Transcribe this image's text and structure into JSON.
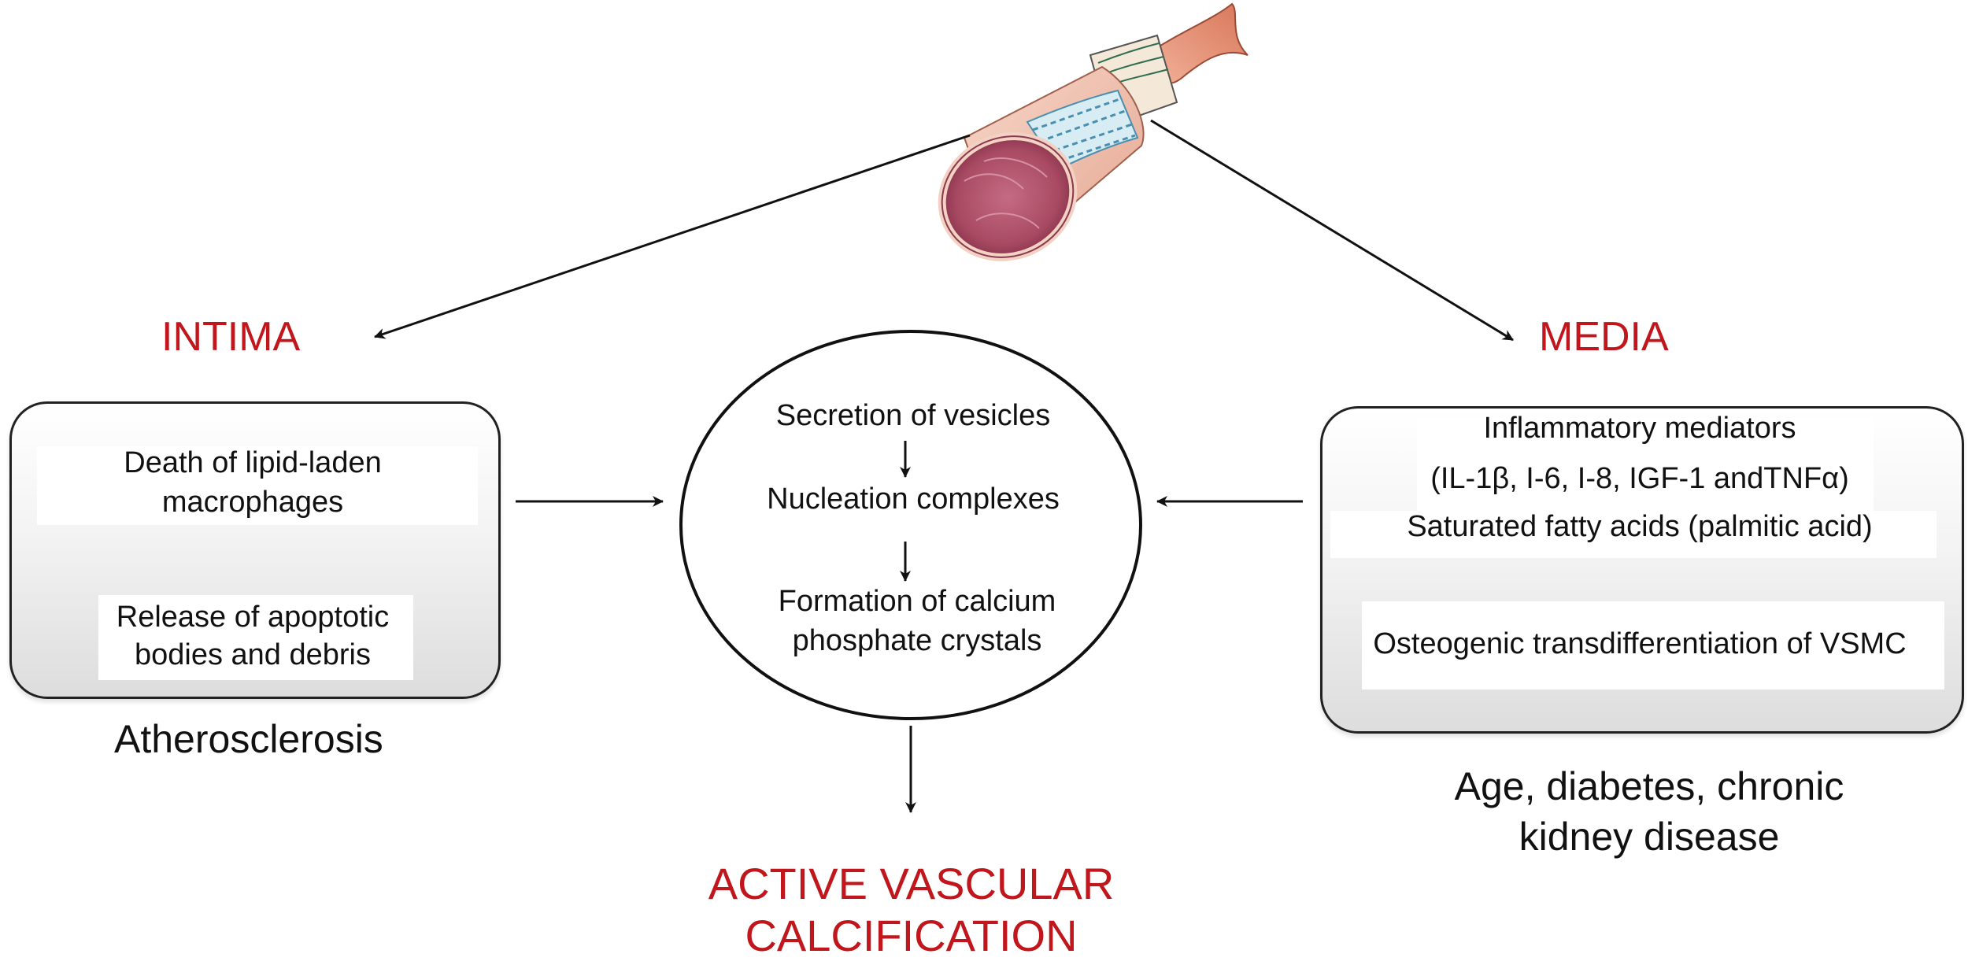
{
  "labels": {
    "intima": "INTIMA",
    "media": "MEDIA"
  },
  "intima_box": {
    "line1": "Death of lipid-laden",
    "line2": "macrophages",
    "line3": "Release of apoptotic",
    "line4": "bodies and debris"
  },
  "intima_caption": "Atherosclerosis",
  "center_circle": {
    "step1": "Secretion of vesicles",
    "step2": "Nucleation complexes",
    "step3_line1": "Formation of calcium",
    "step3_line2": "phosphate crystals"
  },
  "media_box": {
    "line1": "Inflammatory mediators",
    "line2": "(IL-1β, I-6, I-8, IGF-1 andTNFα)",
    "line3": "Saturated fatty acids (palmitic acid)",
    "line4": "Osteogenic transdifferentiation of VSMC"
  },
  "media_caption": {
    "line1": "Age, diabetes, chronic",
    "line2": "kidney disease"
  },
  "outcome": {
    "line1": "ACTIVE VASCULAR",
    "line2": "CALCIFICATION"
  },
  "icons": {
    "vessel": "blood-vessel-cross-section-icon",
    "arrow": "arrow-icon"
  },
  "colors": {
    "accent_red": "#c0161c",
    "vessel_outer": "#e8aa92",
    "vessel_lumen": "#a94a63",
    "elastic_lamina": "#4a8fb0"
  }
}
